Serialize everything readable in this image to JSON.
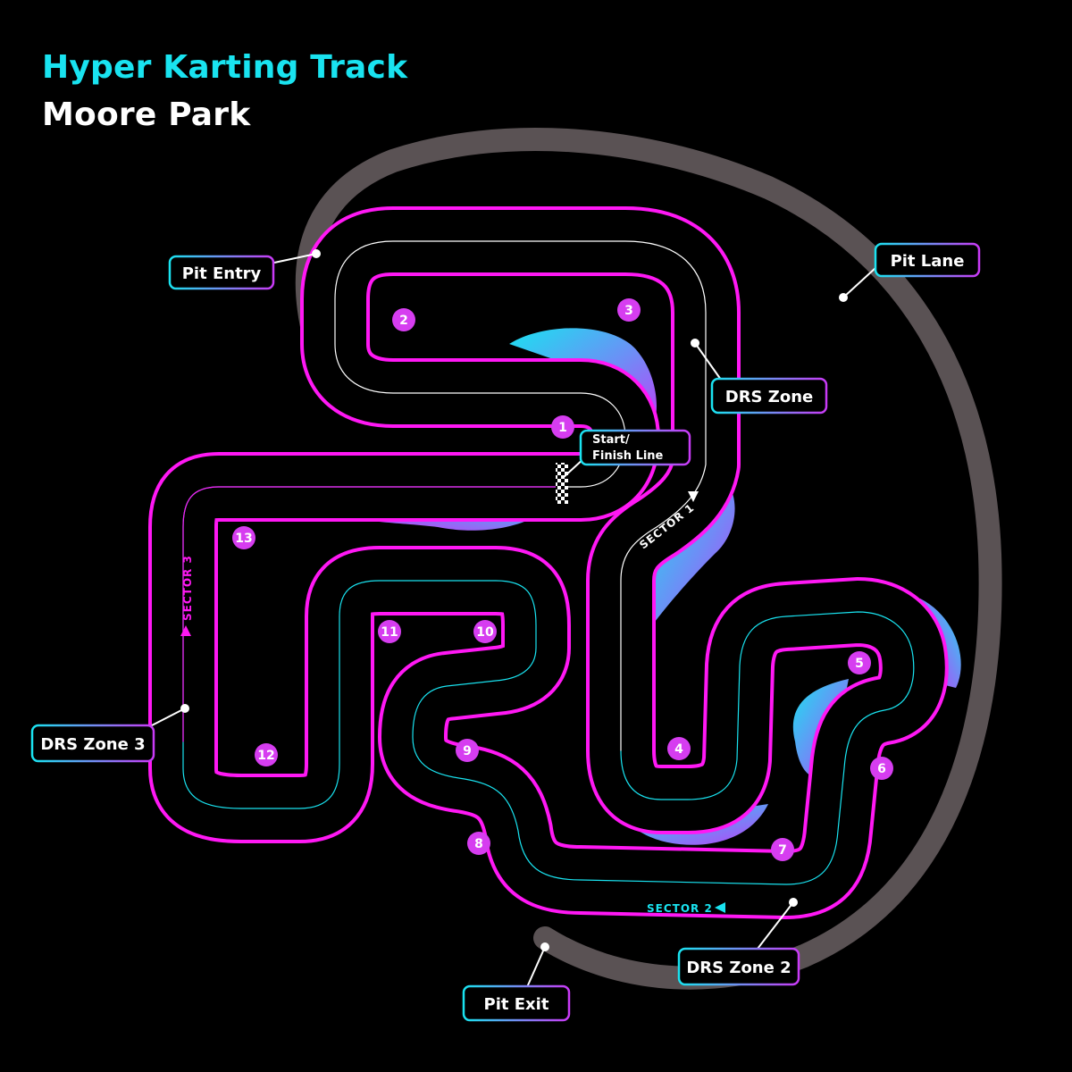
{
  "title": "Hyper Karting Track",
  "subtitle": "Moore Park",
  "colors": {
    "accent_cyan": "#19e3f0",
    "accent_magenta": "#ff18f4",
    "pit_lane": "#5a5254",
    "turn_marker": "#d63df0",
    "background": "#000000"
  },
  "callouts": {
    "pit_entry": "Pit Entry",
    "pit_lane": "Pit Lane",
    "drs_zone": "DRS Zone",
    "start_finish_1": "Start/",
    "start_finish_2": "Finish Line",
    "drs_zone_3": "DRS Zone 3",
    "drs_zone_2": "DRS Zone 2",
    "pit_exit": "Pit Exit"
  },
  "sectors": {
    "sector_1": "SECTOR 1",
    "sector_2": "SECTOR 2",
    "sector_3": "SECTOR 3"
  },
  "turns": [
    "1",
    "2",
    "3",
    "4",
    "5",
    "6",
    "7",
    "8",
    "9",
    "10",
    "11",
    "12",
    "13"
  ]
}
